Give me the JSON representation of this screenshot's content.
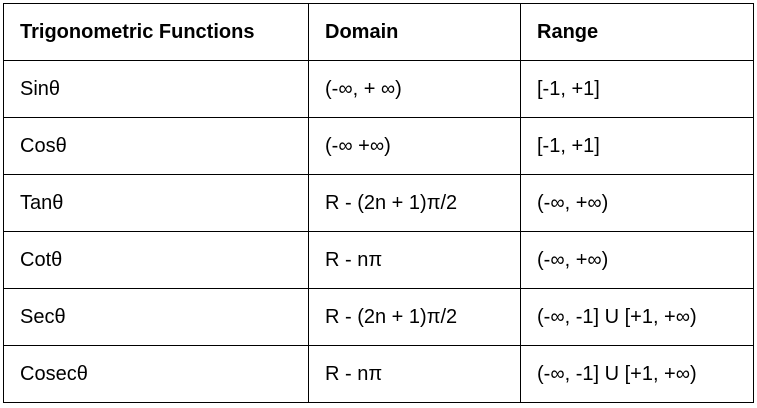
{
  "table": {
    "headers": [
      "Trigonometric Functions",
      "Domain",
      "Range"
    ],
    "rows": [
      [
        "Sinθ",
        "(-∞, + ∞)",
        "[-1, +1]"
      ],
      [
        "Cosθ",
        "(-∞ +∞)",
        "[-1, +1]"
      ],
      [
        "Tanθ",
        "R - (2n + 1)π/2",
        "(-∞, +∞)"
      ],
      [
        "Cotθ",
        "R - nπ",
        "(-∞, +∞)"
      ],
      [
        "Secθ",
        "R - (2n + 1)π/2",
        "(-∞, -1] U [+1, +∞)"
      ],
      [
        "Cosecθ",
        "R - nπ",
        "(-∞, -1] U [+1, +∞)"
      ]
    ]
  }
}
